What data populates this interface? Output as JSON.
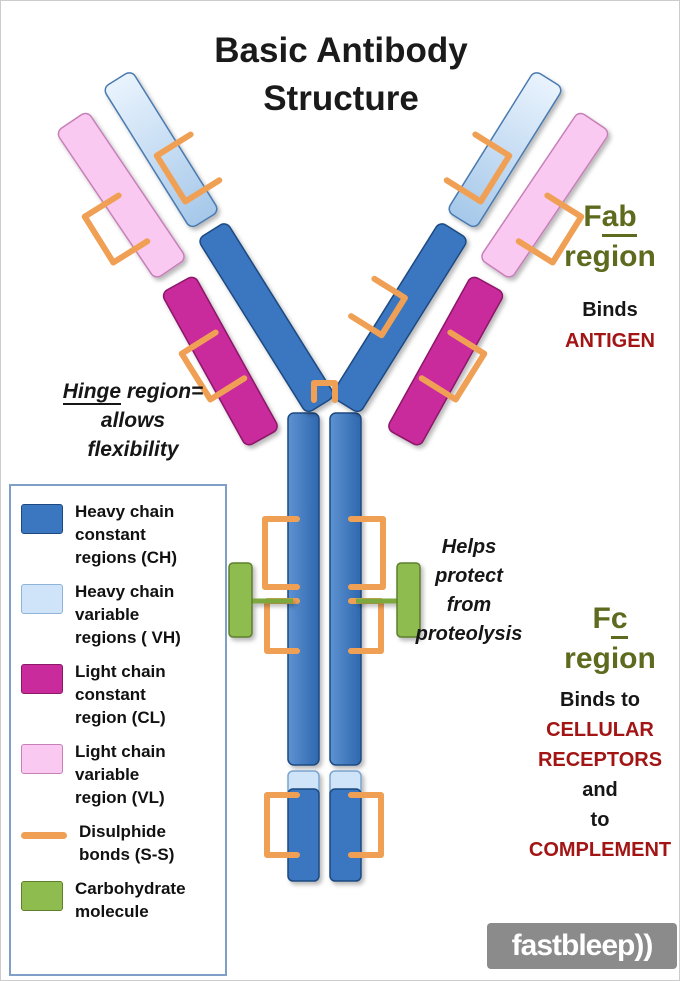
{
  "title": {
    "line1": "Basic Antibody",
    "line2": "Structure"
  },
  "fab": {
    "letter": "F",
    "underlined": "ab",
    "region": "region",
    "binds": "Binds",
    "target": "ANTIGEN"
  },
  "hinge": {
    "underlined": "Hinge",
    "rest": " region=",
    "line2": "allows",
    "line3": "flexibility"
  },
  "protect": {
    "line1": "Helps",
    "line2": "protect",
    "line3": "from",
    "line4": "proteolysis"
  },
  "fc": {
    "letter": "F",
    "underlined": "c",
    "region": "region",
    "binds": "Binds to",
    "target1_line1": "CELLULAR",
    "target1_line2": "RECEPTORS",
    "and": "and",
    "to": "to",
    "target2": "COMPLEMENT"
  },
  "legend": {
    "items": [
      {
        "name": "heavy-chain-constant",
        "color": "#3b76c0",
        "lines": [
          "Heavy chain",
          "constant",
          "regions (CH)"
        ]
      },
      {
        "name": "heavy-chain-variable",
        "color": "#cfe4f8",
        "lines": [
          "Heavy chain",
          "variable",
          "regions ( VH)"
        ]
      },
      {
        "name": "light-chain-constant",
        "color": "#c92a9c",
        "lines": [
          "Light chain",
          "constant",
          "region (CL)"
        ]
      },
      {
        "name": "light-chain-variable",
        "color": "#fac9f1",
        "lines": [
          "Light chain",
          "variable",
          "region (VL)"
        ]
      },
      {
        "name": "disulphide-bond",
        "color": "#f0a055",
        "lines": [
          "Disulphide",
          "bonds (S-S)"
        ]
      },
      {
        "name": "carbohydrate-molecule",
        "color": "#8fbc4f",
        "lines": [
          "Carbohydrate",
          "molecule"
        ]
      }
    ]
  },
  "logo": {
    "text": "fastbleep))"
  },
  "colors": {
    "heavy_constant": "#3b76c0",
    "heavy_variable": "#cfe4f8",
    "light_constant": "#c92a9c",
    "light_variable": "#fac9f1",
    "disulphide": "#f0a055",
    "carbohydrate": "#8fbc4f",
    "region_label_olive": "#5e6b1f",
    "emphasis_red": "#a31515"
  }
}
